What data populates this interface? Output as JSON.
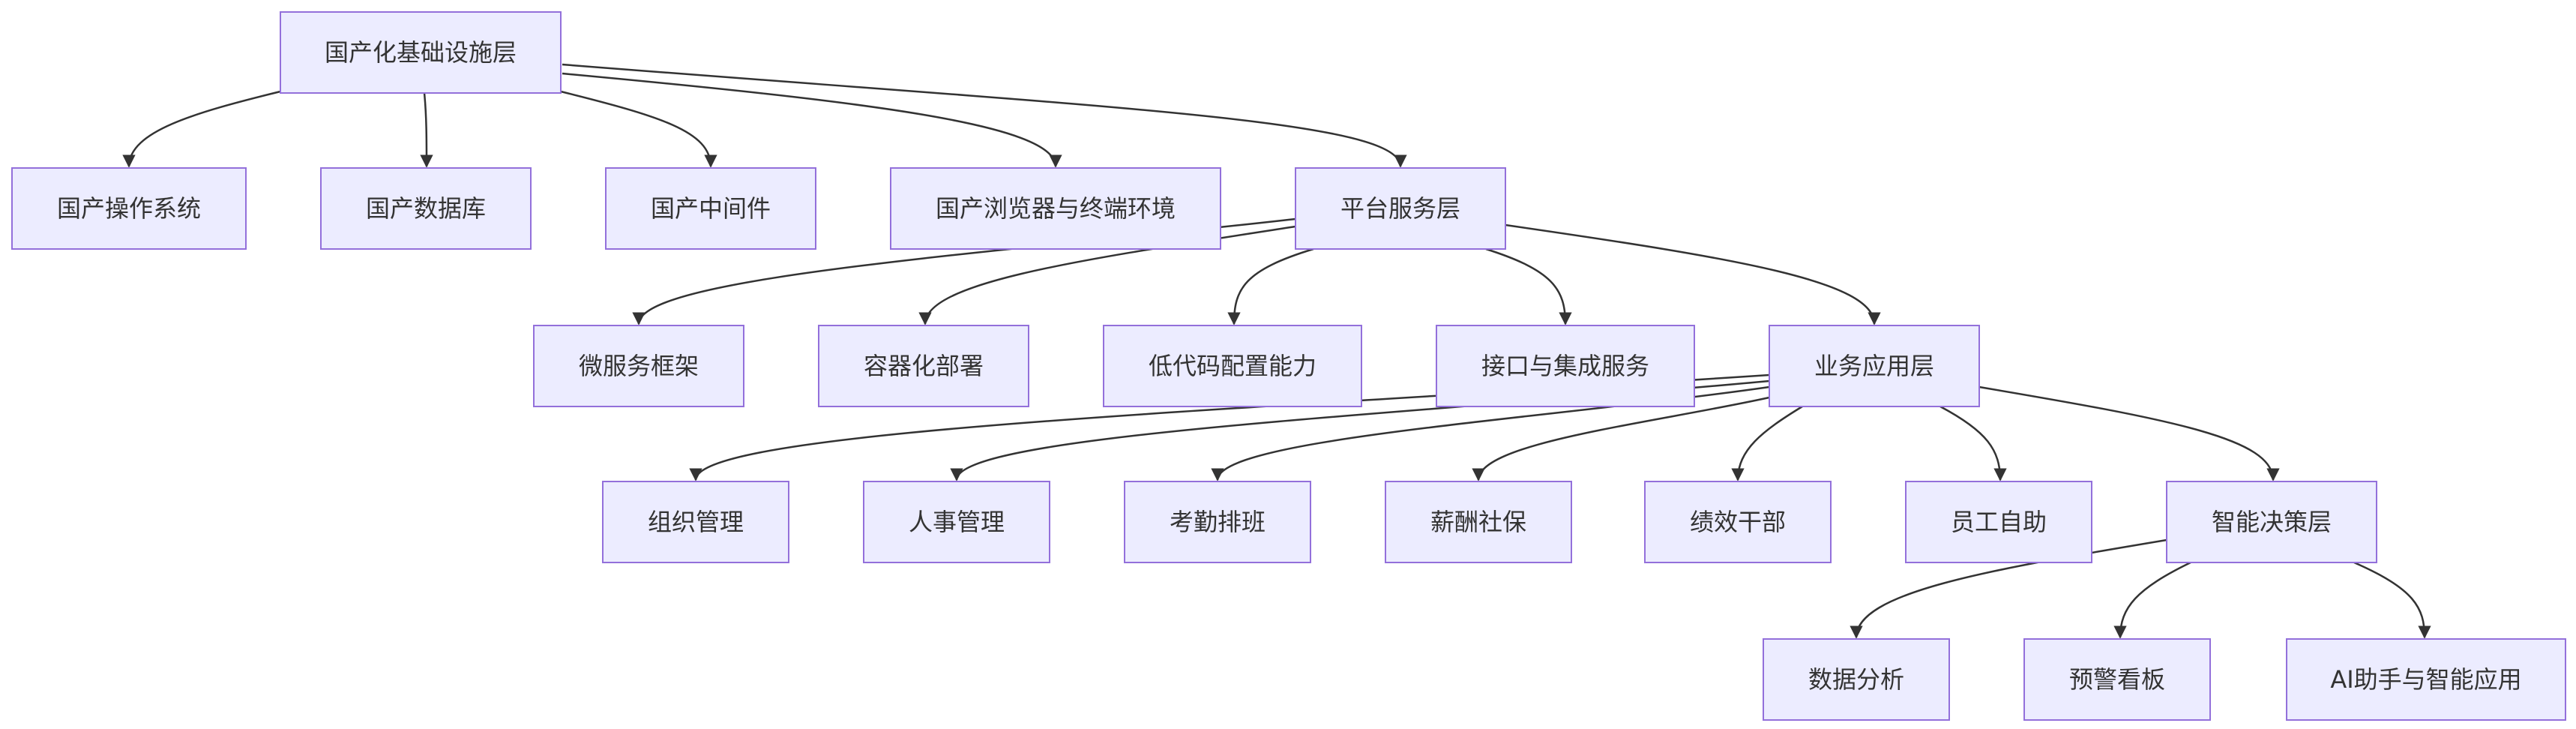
{
  "diagram": {
    "nodes": {
      "infra": "国产化基础设施层",
      "os": "国产操作系统",
      "db": "国产数据库",
      "mw": "国产中间件",
      "browser": "国产浏览器与终端环境",
      "platform": "平台服务层",
      "micro": "微服务框架",
      "container": "容器化部署",
      "lowcode": "低代码配置能力",
      "api": "接口与集成服务",
      "biz": "业务应用层",
      "org": "组织管理",
      "hr": "人事管理",
      "attendance": "考勤排班",
      "salary": "薪酬社保",
      "perf": "绩效干部",
      "self": "员工自助",
      "decision": "智能决策层",
      "analysis": "数据分析",
      "warning": "预警看板",
      "ai": "AI助手与智能应用"
    },
    "edges": [
      [
        "infra",
        "os"
      ],
      [
        "infra",
        "db"
      ],
      [
        "infra",
        "mw"
      ],
      [
        "infra",
        "browser"
      ],
      [
        "infra",
        "platform"
      ],
      [
        "platform",
        "micro"
      ],
      [
        "platform",
        "container"
      ],
      [
        "platform",
        "lowcode"
      ],
      [
        "platform",
        "api"
      ],
      [
        "platform",
        "biz"
      ],
      [
        "biz",
        "org"
      ],
      [
        "biz",
        "hr"
      ],
      [
        "biz",
        "attendance"
      ],
      [
        "biz",
        "salary"
      ],
      [
        "biz",
        "perf"
      ],
      [
        "biz",
        "self"
      ],
      [
        "biz",
        "decision"
      ],
      [
        "decision",
        "analysis"
      ],
      [
        "decision",
        "warning"
      ],
      [
        "decision",
        "ai"
      ]
    ]
  }
}
